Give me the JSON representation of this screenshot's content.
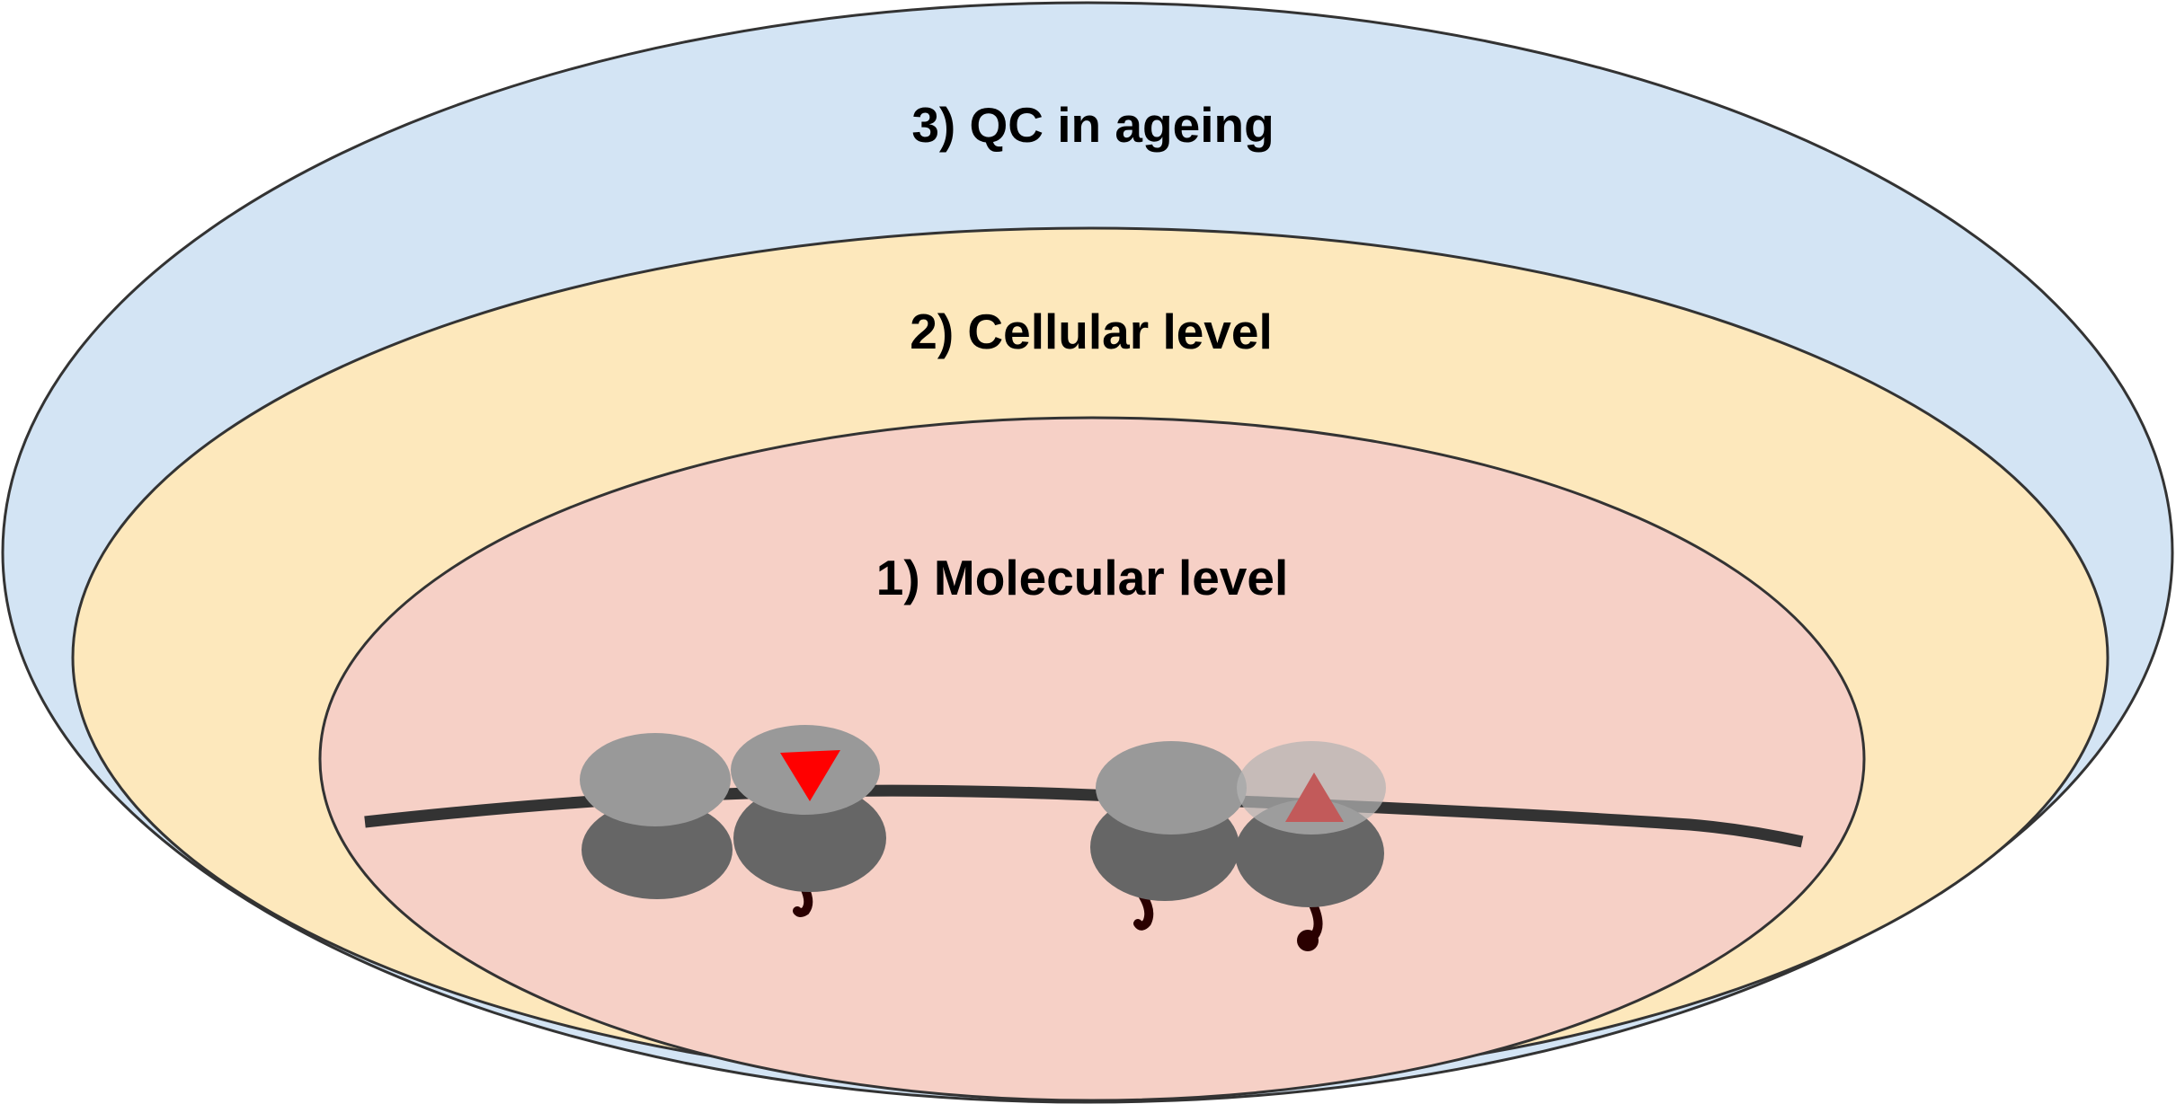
{
  "levels": {
    "ageing": {
      "label": "3) QC in ageing",
      "color": "#d3e4f4"
    },
    "cellular": {
      "label": "2) Cellular level",
      "color": "#fde8bc"
    },
    "molecular": {
      "label": "1) Molecular level",
      "color": "#f6d0c6"
    }
  },
  "elements": {
    "mrna_color": "#333333",
    "ribosome_small_subunit_color": "#999999",
    "ribosome_large_subunit_color": "#666666",
    "nascent_peptide_color": "#2a0000",
    "error_marker_color": "#ff0000",
    "faded_error_marker_color": "#c25a5a"
  }
}
